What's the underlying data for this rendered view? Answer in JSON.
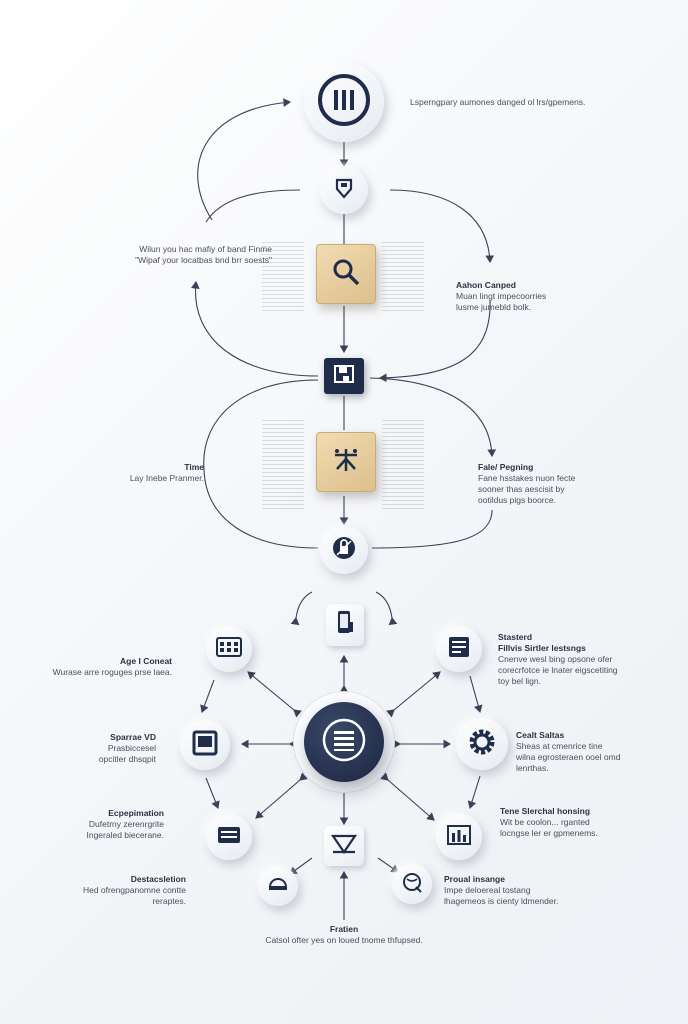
{
  "top_note": "Lsperngpary aumones danged ol lrs/gpemens.",
  "labels": {
    "left_1": {
      "l1": "Wilun you hac mafiy of band Finme",
      "l2": "\"Wipaf your locatbas bnd brr soests\""
    },
    "right_1": {
      "title": "Aahon Canped",
      "l1": "Muan lingt impecoorries",
      "l2": "lusme jumebld bolk."
    },
    "left_2": {
      "title": "Time",
      "l1": "Lay Inebe Pranmer."
    },
    "right_2": {
      "title": "Fale/ Pegning",
      "l1": "Fane hsstakes nuon fecte",
      "l2": "sooner thas aescisit by",
      "l3": "ootildus pigs boorce."
    },
    "age_count": {
      "title": "Age I Coneat",
      "l1": "Wurase arre roguges prse laea."
    },
    "system": {
      "title": "Sparrae VD",
      "l1": "Prasbiccesel",
      "l2": "opcitler dhsqpit"
    },
    "experimentation": {
      "title": "Ecpepimation",
      "l1": "Dufetrny zerenrgrite",
      "l2": "Ingeraled biecerane."
    },
    "destination": {
      "title": "Destacsletion",
      "l1": "Hed ofrengpanomne contte",
      "l2": "reraptes."
    },
    "bottom": {
      "title": "Fratien",
      "l1": "Catsol ofter yes on loued tnome thfupsed."
    },
    "standard": {
      "title": "Stasterd",
      "l1": "Fillvis Sirtler lestsngs",
      "l2": "Cnenve wesl bing opsone ofer",
      "l3": "corecrfotce ie lnater eigscetiting",
      "l4": "toy bel lign."
    },
    "craft": {
      "title": "Cealt Saltas",
      "l1": "Sheas at cmenrice tine",
      "l2": "wilna egrosteraen ooel omd",
      "l3": "lenrthas."
    },
    "time_special": {
      "title": "Tene Slerchal honsing",
      "l1": "Wit be coolon... rganted",
      "l2": "locngse ler er gpmenems."
    },
    "proud": {
      "title": "Proual insange",
      "l1": "Impe deloereal tostang",
      "l2": "lhagemeos is cienty ldmender."
    }
  },
  "icons": {
    "top": "pause-bars-icon",
    "shield": "shield-badge-icon",
    "search": "search-icon",
    "save": "floppy-icon",
    "network": "network-tree-icon",
    "lock": "lock-circle-icon",
    "hub": "menu-list-icon",
    "phone": "mobile-icon",
    "calendar": "calendar-grid-icon",
    "monitor": "monitor-icon",
    "stack": "stack-icon",
    "helmet": "helmet-icon",
    "terminal": "terminal-window-icon",
    "gear": "gear-icon",
    "chart": "bar-chart-icon",
    "globe": "globe-icon",
    "triangle": "triangle-box-icon"
  },
  "colors": {
    "navy": "#1f2d4a",
    "tan": "#e6cc9c",
    "line": "#3a4255"
  }
}
